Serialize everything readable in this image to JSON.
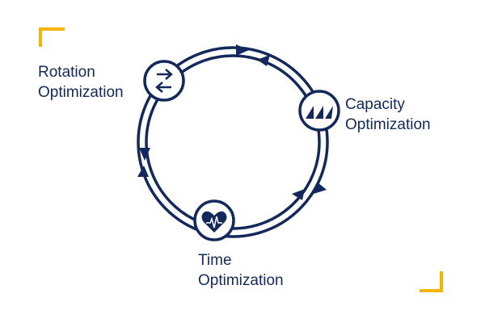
{
  "colors": {
    "primary": "#13295b",
    "accent": "#f5b400"
  },
  "nodes": [
    {
      "icon": "swap-arrows-icon",
      "line1": "Rotation",
      "line2": "Optimization"
    },
    {
      "icon": "capacity-bars-icon",
      "line1": "Capacity",
      "line2": "Optimization"
    },
    {
      "icon": "heartbeat-icon",
      "line1": "Time",
      "line2": "Optimization"
    }
  ]
}
